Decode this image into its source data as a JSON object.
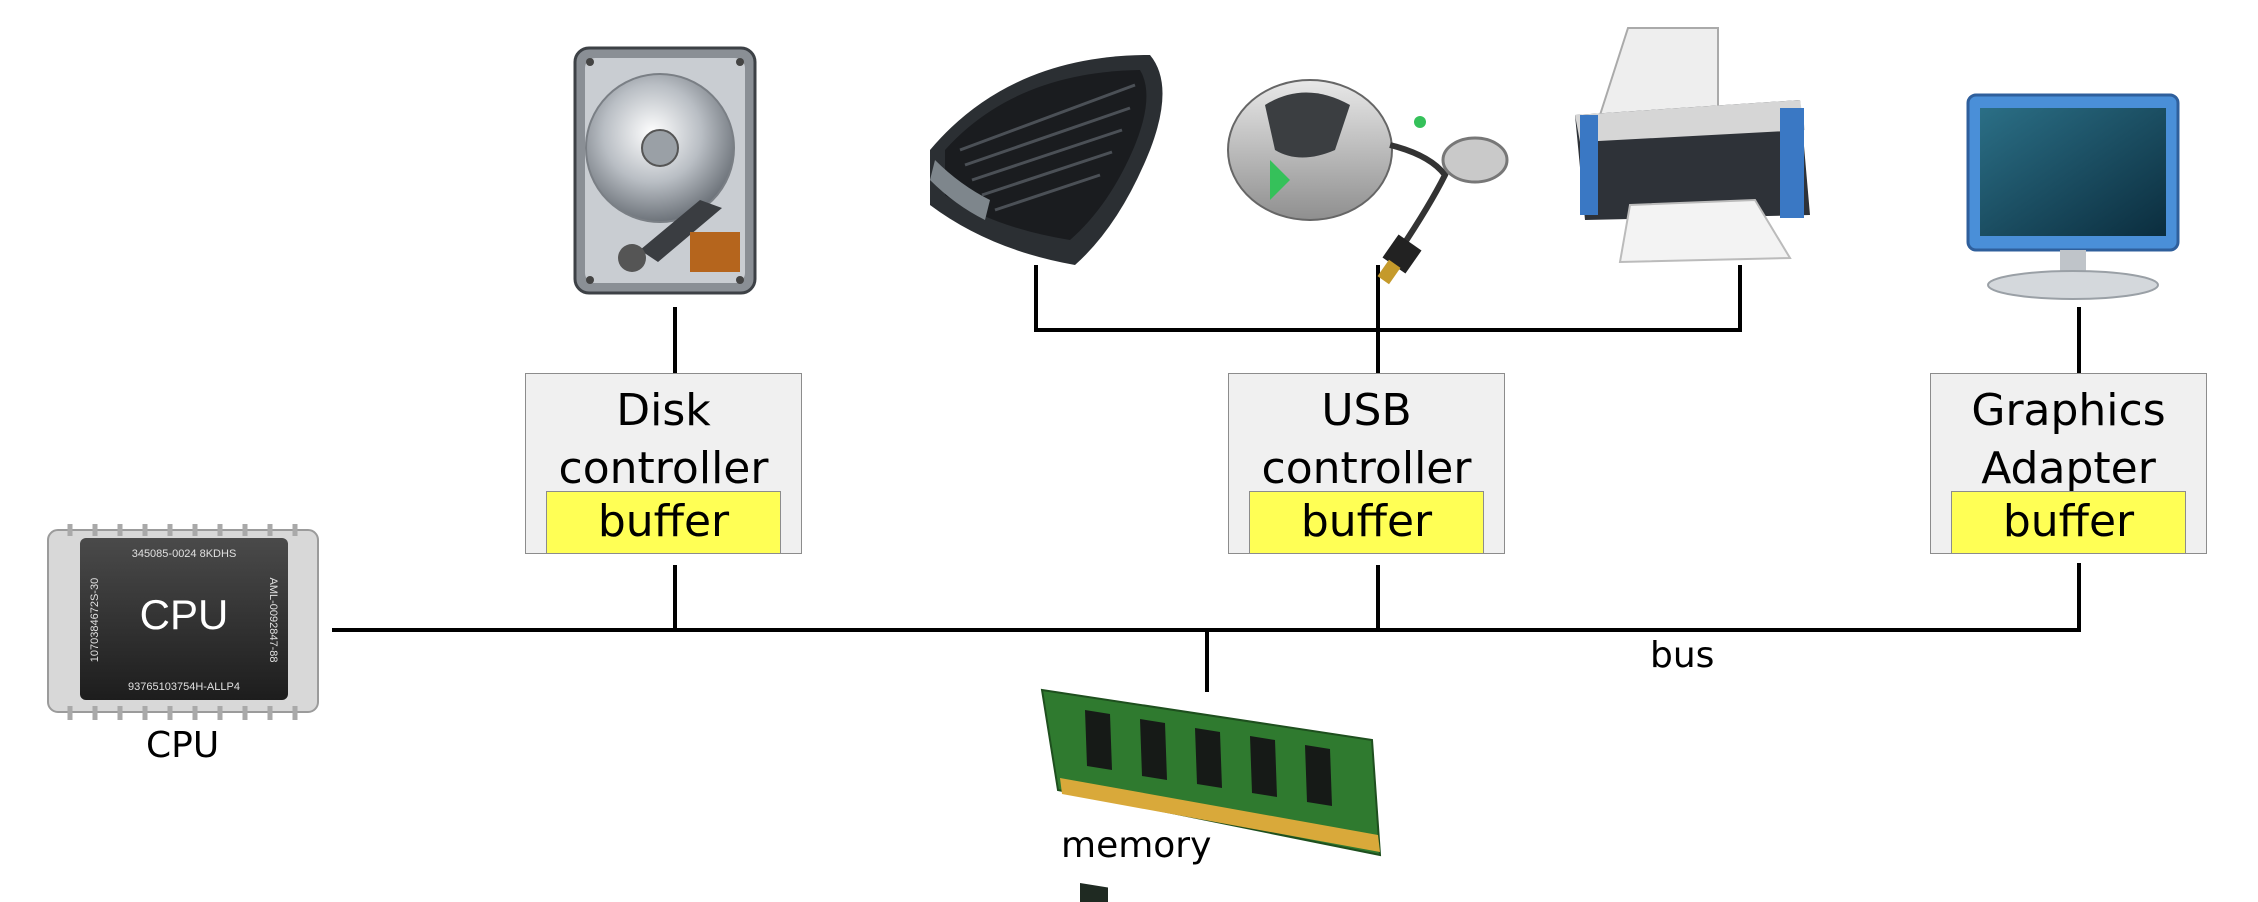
{
  "controllers": {
    "disk": {
      "title": "Disk\ncontroller",
      "buffer": "buffer"
    },
    "usb": {
      "title": "USB\ncontroller",
      "buffer": "buffer"
    },
    "graphics": {
      "title": "Graphics\nAdapter",
      "buffer": "buffer"
    }
  },
  "labels": {
    "cpu": "CPU",
    "memory": "memory",
    "bus": "bus"
  },
  "chip": {
    "text": "CPU",
    "line_top": "345085-0024 8KDHS",
    "line_right": "AML-0092847-88",
    "line_left": "1070384672S-30",
    "line_bottom": "93765103754H-ALLP4"
  },
  "devices": [
    "hard-disk",
    "keyboard",
    "mouse",
    "printer",
    "monitor",
    "memory-module",
    "cpu-chip"
  ],
  "colors": {
    "buffer": "#ffff55",
    "controller": "#f0f0f0",
    "line": "#000000"
  }
}
